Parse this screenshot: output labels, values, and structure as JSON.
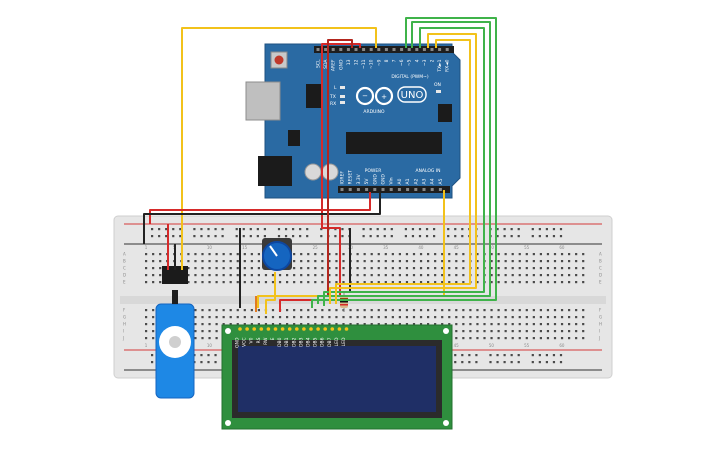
{
  "arduino": {
    "logo": "UNO",
    "brand": "ARDUINO",
    "digital_header": "DIGITAL (PWM~)",
    "power_header": "POWER",
    "analog_header": "ANALOG IN",
    "labels_top": [
      "SCL",
      "SDA",
      "AREF",
      "GND",
      "13",
      "12",
      "~11",
      "~10",
      "~9",
      "8",
      "7",
      "~6",
      "~5",
      "4",
      "~3",
      "2",
      "TX►1",
      "RX◄0"
    ],
    "labels_bottom": [
      "IOREF",
      "RESET",
      "3.3V",
      "5V",
      "GND",
      "GND",
      "Vin",
      "A0",
      "A1",
      "A2",
      "A3",
      "A4",
      "A5"
    ],
    "led_labels": [
      "L",
      "TX",
      "RX",
      "ON"
    ],
    "colors": {
      "board": "#2a6aa3",
      "header": "#1e1e1e"
    }
  },
  "breadboard": {
    "column_numbers": [
      "1",
      "5",
      "10",
      "15",
      "20",
      "25",
      "30",
      "35",
      "40",
      "45",
      "50",
      "55",
      "60"
    ],
    "row_letters_top": [
      "A",
      "B",
      "C",
      "D",
      "E"
    ],
    "row_letters_bottom": [
      "F",
      "G",
      "H",
      "I",
      "J"
    ],
    "colors": {
      "body": "#e6e6e6",
      "hole": "#4a4a4a",
      "rail_red": "#d43a3a",
      "rail_black": "#333333"
    }
  },
  "lcd": {
    "pin_labels": [
      "GND",
      "VCC",
      "V0",
      "RS",
      "RW",
      "E",
      "DB0",
      "DB1",
      "DB2",
      "DB3",
      "DB4",
      "DB5",
      "DB6",
      "DB7",
      "LED",
      "LED"
    ],
    "colors": {
      "pcb": "#2f8f3e",
      "screen": "#1f2f66"
    }
  },
  "wires": {
    "colors": {
      "yellow": "#f2c21b",
      "red": "#d62a2a",
      "black": "#222222",
      "green": "#3fb34a",
      "orange": "#e07a22"
    }
  },
  "components": [
    "servo",
    "potentiometer",
    "resistor",
    "lcd-16x2",
    "arduino-uno",
    "breadboard"
  ]
}
